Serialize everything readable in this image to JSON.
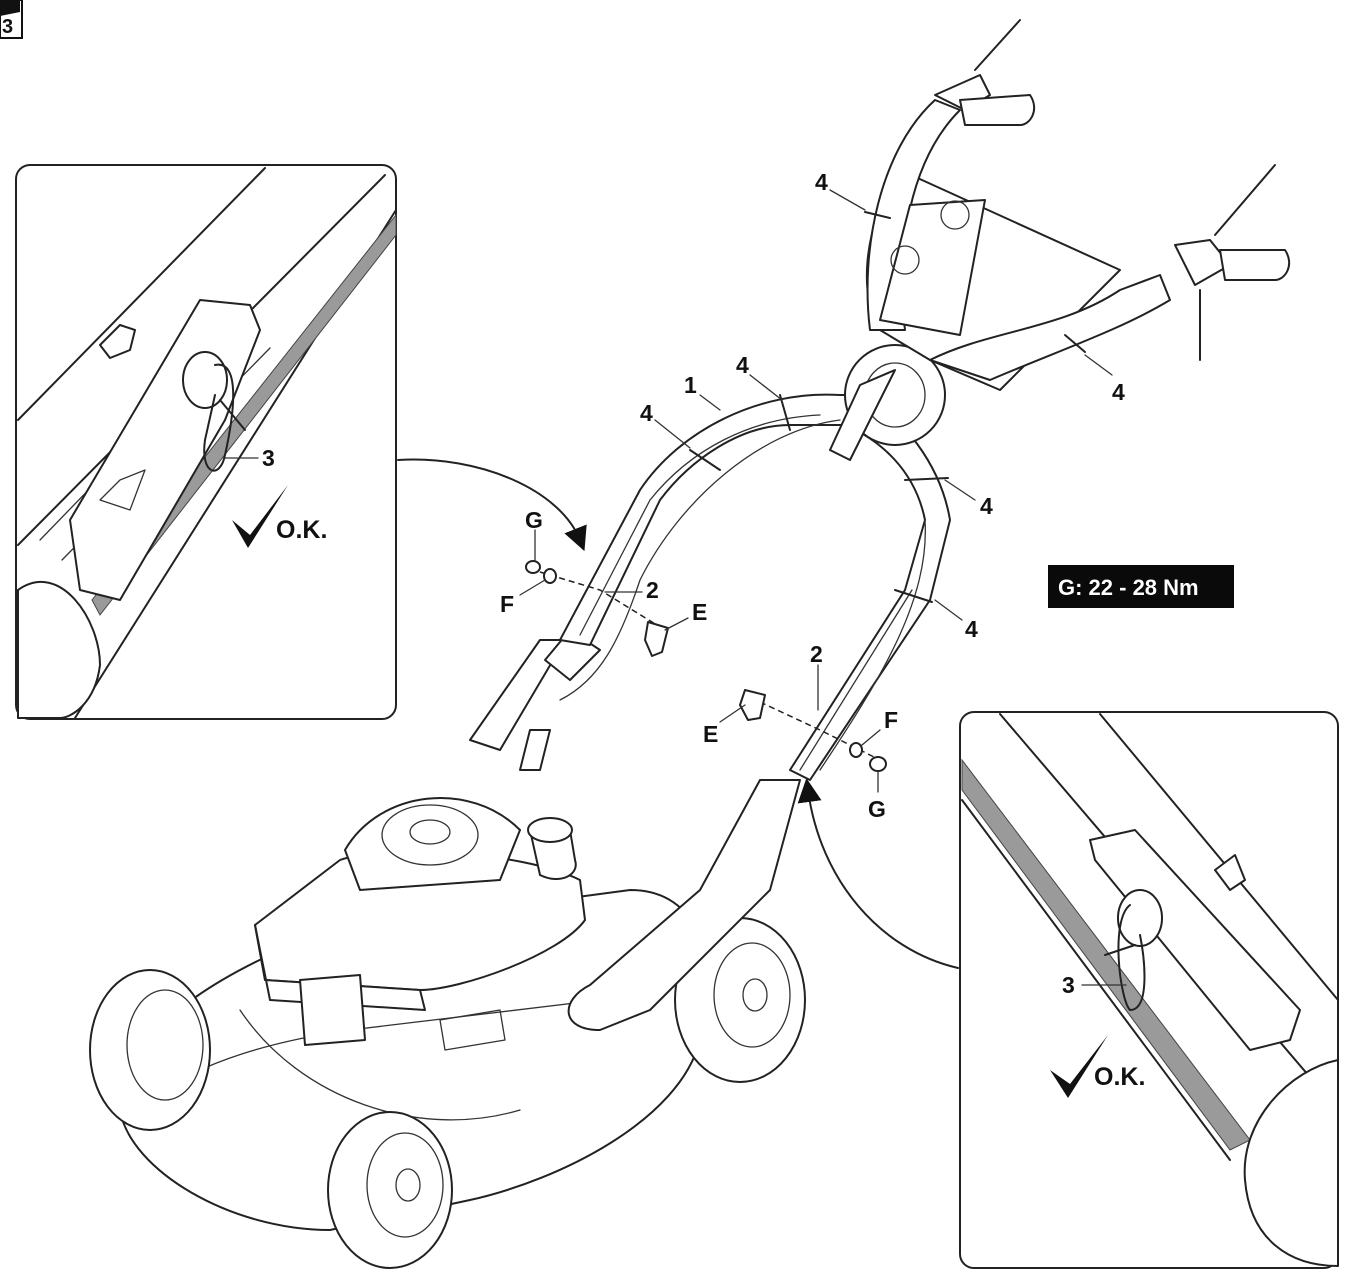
{
  "page_marker": "3",
  "torque_spec": "G: 22 - 28 Nm",
  "callouts": {
    "handle_bar": "1",
    "lower_tube_left": "2",
    "lower_tube_right": "2",
    "clip_left": "3",
    "clip_right": "3",
    "tie_a": "4",
    "tie_b": "4",
    "tie_c": "4",
    "tie_d": "4",
    "tie_e": "4",
    "tie_f": "4",
    "screw_left": "E",
    "screw_right": "E",
    "washer_left": "F",
    "washer_right": "F",
    "nut_left": "G",
    "nut_right": "G"
  },
  "detail_left": {
    "ok_label": "O.K."
  },
  "detail_right": {
    "ok_label": "O.K."
  }
}
